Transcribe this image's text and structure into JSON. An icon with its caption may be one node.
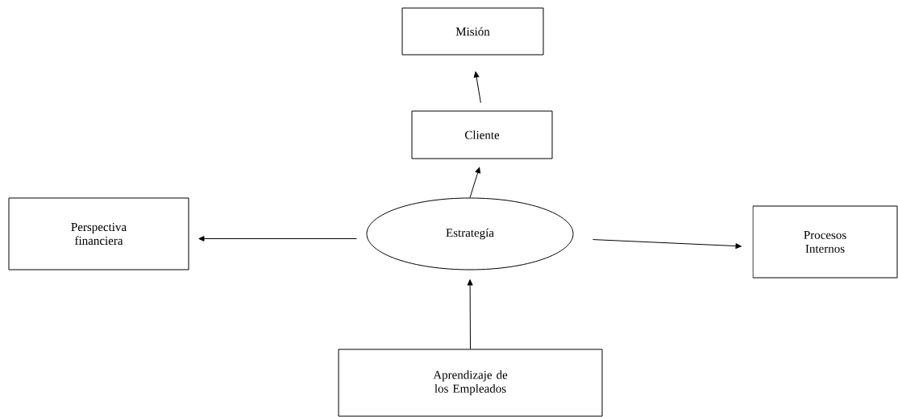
{
  "diagram": {
    "nodes": [
      {
        "text": [
          "Misión"
        ]
      },
      {
        "text": [
          "Cliente"
        ]
      },
      {
        "text": [
          "Perspectiva financiera"
        ]
      },
      {
        "text": [
          "Estrategía"
        ]
      },
      {
        "text": [
          "Procesos Internos"
        ]
      },
      {
        "text": [
          "Aprendizaje de los Empleados"
        ]
      }
    ],
    "edges": [
      {
        "from": 1,
        "to": 0,
        "arrow": "to"
      },
      {
        "from": 3,
        "to": 1,
        "arrow": "to"
      },
      {
        "from": 3,
        "to": 2,
        "arrow": "to"
      },
      {
        "from": 3,
        "to": 4,
        "arrow": "to"
      },
      {
        "from": 5,
        "to": 3,
        "arrow": "to"
      }
    ]
  }
}
